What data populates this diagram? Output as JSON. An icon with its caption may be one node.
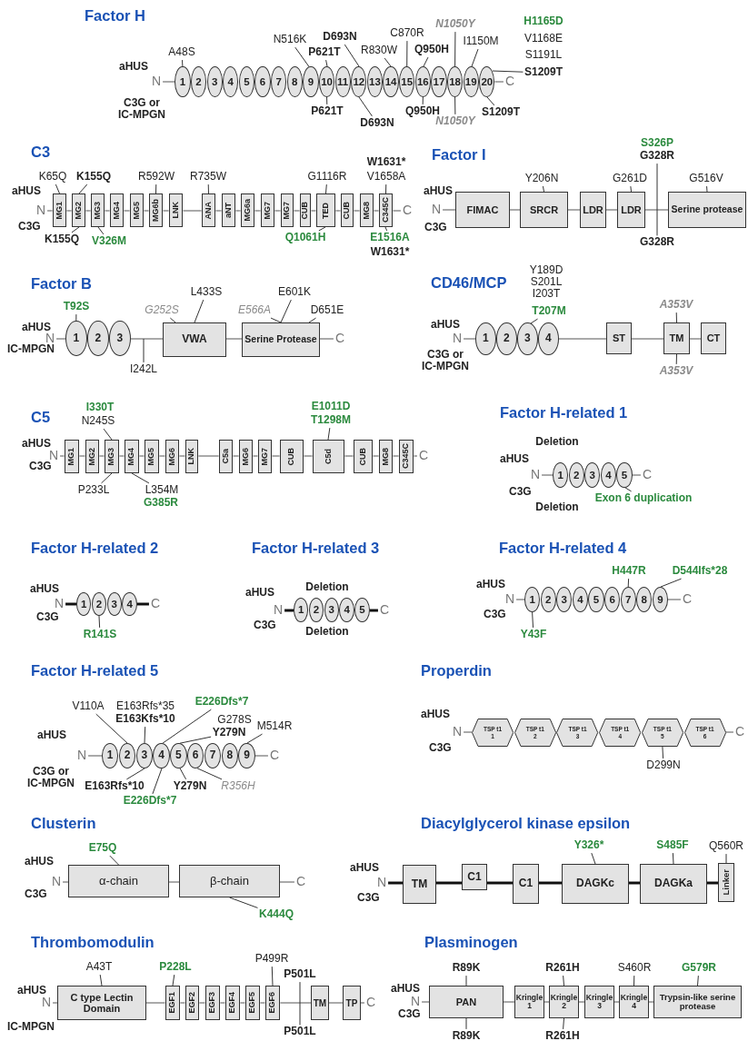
{
  "diagram": {
    "nodes": [
      {
        "text": [
          "N"
        ]
      },
      {
        "text": [
          "1"
        ]
      },
      {
        "text": [
          "2"
        ]
      },
      {
        "text": [
          "3"
        ]
      },
      {
        "text": [
          "4"
        ]
      },
      {
        "text": [
          "5"
        ]
      },
      {
        "text": [
          "6"
        ]
      },
      {
        "text": [
          "7"
        ]
      },
      {
        "text": [
          "8"
        ]
      },
      {
        "text": [
          "9"
        ]
      },
      {
        "text": [
          "10"
        ]
      },
      {
        "text": [
          "11"
        ]
      },
      {
        "text": [
          "12"
        ]
      },
      {
        "text": [
          "13"
        ]
      },
      {
        "text": [
          "14"
        ]
      },
      {
        "text": [
          "15"
        ]
      },
      {
        "text": [
          "16"
        ]
      },
      {
        "text": [
          "17"
        ]
      },
      {
        "text": [
          "18"
        ]
      },
      {
        "text": [
          "19"
        ]
      },
      {
        "text": [
          "20"
        ]
      },
      {
        "text": [
          "C"
        ]
      },
      {
        "text": [
          "A48S"
        ]
      },
      {
        "text": [
          "N516K"
        ]
      },
      {
        "text": [
          "P621T"
        ]
      },
      {
        "text": [
          "D693N"
        ]
      },
      {
        "text": [
          "R830W"
        ]
      },
      {
        "text": [
          "C870R"
        ]
      },
      {
        "text": [
          "Q950H"
        ]
      },
      {
        "text": [
          "N1050Y"
        ]
      },
      {
        "text": [
          "I1150M"
        ]
      },
      {
        "text": [
          "S1209T"
        ]
      },
      {
        "text": [
          "P621T"
        ]
      },
      {
        "text": [
          "D693N"
        ]
      },
      {
        "text": [
          "Q950H"
        ]
      },
      {
        "text": [
          "N1050Y"
        ]
      },
      {
        "text": [
          "S1209T"
        ]
      },
      {
        "text": [
          "N"
        ]
      },
      {
        "text": [
          "MG1"
        ]
      },
      {
        "text": [
          "MG2"
        ]
      },
      {
        "text": [
          "MG3"
        ]
      },
      {
        "text": [
          "MG4"
        ]
      },
      {
        "text": [
          "MG5"
        ]
      },
      {
        "text": [
          "MG6b"
        ]
      },
      {
        "text": [
          "LNK"
        ]
      },
      {
        "text": [
          "ANA"
        ]
      },
      {
        "text": [
          "aNT"
        ]
      },
      {
        "text": [
          "MG6a"
        ]
      },
      {
        "text": [
          "MG7"
        ]
      },
      {
        "text": [
          "MG7"
        ]
      },
      {
        "text": [
          "CUB"
        ]
      },
      {
        "text": [
          "TED"
        ]
      },
      {
        "text": [
          "CUB"
        ]
      },
      {
        "text": [
          "MG8"
        ]
      },
      {
        "text": [
          "C345C"
        ]
      },
      {
        "text": [
          "C"
        ]
      },
      {
        "text": [
          "K65Q"
        ]
      },
      {
        "text": [
          "K155Q"
        ]
      },
      {
        "text": [
          "R592W"
        ]
      },
      {
        "text": [
          "R735W"
        ]
      },
      {
        "text": [
          "G1116R"
        ]
      },
      {
        "text": [
          "V1658A"
        ]
      },
      {
        "text": [
          "K155Q"
        ]
      },
      {
        "text": [
          "V326M"
        ]
      },
      {
        "text": [
          "Q1061H"
        ]
      },
      {
        "text": [
          "E1516A"
        ]
      },
      {
        "text": [
          "N"
        ]
      },
      {
        "text": [
          "FIMAC"
        ]
      },
      {
        "text": [
          "SRCR"
        ]
      },
      {
        "text": [
          "LDR"
        ]
      },
      {
        "text": [
          "LDR"
        ]
      },
      {
        "text": [
          "Serine protease"
        ]
      },
      {
        "text": [
          "Y206N"
        ]
      },
      {
        "text": [
          "G261D"
        ]
      },
      {
        "text": [
          "G328R"
        ]
      },
      {
        "text": [
          "G516V"
        ]
      },
      {
        "text": [
          "G328R"
        ]
      },
      {
        "text": [
          "N"
        ]
      },
      {
        "text": [
          "1"
        ]
      },
      {
        "text": [
          "2"
        ]
      },
      {
        "text": [
          "3"
        ]
      },
      {
        "text": [
          "VWA"
        ]
      },
      {
        "text": [
          "Serine Protease"
        ]
      },
      {
        "text": [
          "C"
        ]
      },
      {
        "text": [
          "T92S"
        ]
      },
      {
        "text": [
          "G252S"
        ]
      },
      {
        "text": [
          "L433S"
        ]
      },
      {
        "text": [
          "E566A"
        ]
      },
      {
        "text": [
          "E601K"
        ]
      },
      {
        "text": [
          "D651E"
        ]
      },
      {
        "text": [
          "I242L"
        ]
      },
      {
        "text": [
          "N"
        ]
      },
      {
        "text": [
          "1"
        ]
      },
      {
        "text": [
          "2"
        ]
      },
      {
        "text": [
          "3"
        ]
      },
      {
        "text": [
          "4"
        ]
      },
      {
        "text": [
          "ST"
        ]
      },
      {
        "text": [
          "TM"
        ]
      },
      {
        "text": [
          "CT"
        ]
      },
      {
        "text": [
          "T207M"
        ]
      },
      {
        "text": [
          "A353V"
        ]
      },
      {
        "text": [
          "A353V"
        ]
      },
      {
        "text": [
          "N"
        ]
      },
      {
        "text": [
          "MG1"
        ]
      },
      {
        "text": [
          "MG2"
        ]
      },
      {
        "text": [
          "MG3"
        ]
      },
      {
        "text": [
          "MG4"
        ]
      },
      {
        "text": [
          "MG5"
        ]
      },
      {
        "text": [
          "MG6"
        ]
      },
      {
        "text": [
          "LNK"
        ]
      },
      {
        "text": [
          "C5a"
        ]
      },
      {
        "text": [
          "MG6"
        ]
      },
      {
        "text": [
          "MG7"
        ]
      },
      {
        "text": [
          "CUB"
        ]
      },
      {
        "text": [
          "C5d"
        ]
      },
      {
        "text": [
          "CUB"
        ]
      },
      {
        "text": [
          "MG8"
        ]
      },
      {
        "text": [
          "C345C"
        ]
      },
      {
        "text": [
          "C"
        ]
      },
      {
        "text": [
          "N245S"
        ]
      },
      {
        "text": [
          "T1298M"
        ]
      },
      {
        "text": [
          "P233L"
        ]
      },
      {
        "text": [
          "L354M"
        ]
      },
      {
        "text": [
          "N"
        ]
      },
      {
        "text": [
          "1"
        ]
      },
      {
        "text": [
          "2"
        ]
      },
      {
        "text": [
          "3"
        ]
      },
      {
        "text": [
          "4"
        ]
      },
      {
        "text": [
          "5"
        ]
      },
      {
        "text": [
          "C"
        ]
      },
      {
        "text": [
          "Exon 6 duplication"
        ]
      },
      {
        "text": [
          "N"
        ]
      },
      {
        "text": [
          "1"
        ]
      },
      {
        "text": [
          "2"
        ]
      },
      {
        "text": [
          "3"
        ]
      },
      {
        "text": [
          "4"
        ]
      },
      {
        "text": [
          "C"
        ]
      },
      {
        "text": [
          "R141S"
        ]
      },
      {
        "text": [
          "N"
        ]
      },
      {
        "text": [
          "1"
        ]
      },
      {
        "text": [
          "2"
        ]
      },
      {
        "text": [
          "3"
        ]
      },
      {
        "text": [
          "4"
        ]
      },
      {
        "text": [
          "5"
        ]
      },
      {
        "text": [
          "C"
        ]
      },
      {
        "text": [
          "N"
        ]
      },
      {
        "text": [
          "1"
        ]
      },
      {
        "text": [
          "2"
        ]
      },
      {
        "text": [
          "3"
        ]
      },
      {
        "text": [
          "4"
        ]
      },
      {
        "text": [
          "5"
        ]
      },
      {
        "text": [
          "6"
        ]
      },
      {
        "text": [
          "7"
        ]
      },
      {
        "text": [
          "8"
        ]
      },
      {
        "text": [
          "9"
        ]
      },
      {
        "text": [
          "C"
        ]
      },
      {
        "text": [
          "H447R"
        ]
      },
      {
        "text": [
          "D544Ifs*28"
        ]
      },
      {
        "text": [
          "Y43F"
        ]
      },
      {
        "text": [
          "N"
        ]
      },
      {
        "text": [
          "1"
        ]
      },
      {
        "text": [
          "2"
        ]
      },
      {
        "text": [
          "3"
        ]
      },
      {
        "text": [
          "4"
        ]
      },
      {
        "text": [
          "5"
        ]
      },
      {
        "text": [
          "6"
        ]
      },
      {
        "text": [
          "7"
        ]
      },
      {
        "text": [
          "8"
        ]
      },
      {
        "text": [
          "9"
        ]
      },
      {
        "text": [
          "C"
        ]
      },
      {
        "text": [
          "V110A"
        ]
      },
      {
        "text": [
          "E163Kfs*10"
        ]
      },
      {
        "text": [
          "E226Dfs*7"
        ]
      },
      {
        "text": [
          "Y279N"
        ]
      },
      {
        "text": [
          "M514R"
        ]
      },
      {
        "text": [
          "E163Rfs*10"
        ]
      },
      {
        "text": [
          "Y279N"
        ]
      },
      {
        "text": [
          "R356H"
        ]
      },
      {
        "text": [
          "E226Dfs*7"
        ]
      },
      {
        "text": [
          "N"
        ]
      },
      {
        "text": [
          "TSP t1",
          "1"
        ]
      },
      {
        "text": [
          "TSP t1",
          "2"
        ]
      },
      {
        "text": [
          "TSP t1",
          "3"
        ]
      },
      {
        "text": [
          "TSP t1",
          "4"
        ]
      },
      {
        "text": [
          "TSP t1",
          "5"
        ]
      },
      {
        "text": [
          "TSP t1",
          "6"
        ]
      },
      {
        "text": [
          "C"
        ]
      },
      {
        "text": [
          "D299N"
        ]
      },
      {
        "text": [
          "N"
        ]
      },
      {
        "text": [
          "α-chain"
        ]
      },
      {
        "text": [
          "β-chain"
        ]
      },
      {
        "text": [
          "C"
        ]
      },
      {
        "text": [
          "E75Q"
        ]
      },
      {
        "text": [
          "K444Q"
        ]
      },
      {
        "text": [
          "N"
        ]
      },
      {
        "text": [
          "TM"
        ]
      },
      {
        "text": [
          "C1"
        ]
      },
      {
        "text": [
          "C1"
        ]
      },
      {
        "text": [
          "DAGKc"
        ]
      },
      {
        "text": [
          "DAGKa"
        ]
      },
      {
        "text": [
          "Linker"
        ]
      },
      {
        "text": [
          "Y326*"
        ]
      },
      {
        "text": [
          "S485F"
        ]
      },
      {
        "text": [
          "Q560R"
        ]
      },
      {
        "text": [
          "N"
        ]
      },
      {
        "text": [
          "C type Lectin Domain"
        ]
      },
      {
        "text": [
          "EGF1"
        ]
      },
      {
        "text": [
          "EGF2"
        ]
      },
      {
        "text": [
          "EGF3"
        ]
      },
      {
        "text": [
          "EGF4"
        ]
      },
      {
        "text": [
          "EGF5"
        ]
      },
      {
        "text": [
          "EGF6"
        ]
      },
      {
        "text": [
          "TM"
        ]
      },
      {
        "text": [
          "TP"
        ]
      },
      {
        "text": [
          "C"
        ]
      },
      {
        "text": [
          "A43T"
        ]
      },
      {
        "text": [
          "P228L"
        ]
      },
      {
        "text": [
          "P499R"
        ]
      },
      {
        "text": [
          "P501L"
        ]
      },
      {
        "text": [
          "P501L"
        ]
      },
      {
        "text": [
          "N"
        ]
      },
      {
        "text": [
          "PAN"
        ]
      },
      {
        "text": [
          "Kringle 1"
        ]
      },
      {
        "text": [
          "Kringle 2"
        ]
      },
      {
        "text": [
          "Kringle 3"
        ]
      },
      {
        "text": [
          "Kringle 4"
        ]
      },
      {
        "text": [
          "Trypsin-like serine protease"
        ]
      },
      {
        "text": [
          "R89K"
        ]
      },
      {
        "text": [
          "R261H"
        ]
      },
      {
        "text": [
          "S460R"
        ]
      },
      {
        "text": [
          "G579R"
        ]
      },
      {
        "text": [
          "R89K"
        ]
      },
      {
        "text": [
          "R261H"
        ]
      }
    ],
    "edges": [
      {
        "from": 0,
        "to": 1,
        "arrow": "none"
      },
      {
        "from": 20,
        "to": 21,
        "arrow": "none"
      },
      {
        "from": 22,
        "to": 1,
        "arrow": "none"
      },
      {
        "from": 23,
        "to": 9,
        "arrow": "none"
      },
      {
        "from": 24,
        "to": 10,
        "arrow": "none"
      },
      {
        "from": 25,
        "to": 12,
        "arrow": "none"
      },
      {
        "from": 26,
        "to": 14,
        "arrow": "none"
      },
      {
        "from": 27,
        "to": 15,
        "arrow": "none"
      },
      {
        "from": 28,
        "to": 16,
        "arrow": "none"
      },
      {
        "from": 29,
        "to": 18,
        "arrow": "none"
      },
      {
        "from": 30,
        "to": 19,
        "arrow": "none"
      },
      {
        "from": 31,
        "to": 20,
        "arrow": "none"
      },
      {
        "from": 32,
        "to": 10,
        "arrow": "none"
      },
      {
        "from": 33,
        "to": 12,
        "arrow": "none"
      },
      {
        "from": 34,
        "to": 16,
        "arrow": "none"
      },
      {
        "from": 35,
        "to": 18,
        "arrow": "none"
      },
      {
        "from": 36,
        "to": 20,
        "arrow": "none"
      },
      {
        "from": 37,
        "to": 38,
        "arrow": "none"
      },
      {
        "from": 38,
        "to": 39,
        "arrow": "none"
      },
      {
        "from": 39,
        "to": 40,
        "arrow": "none"
      },
      {
        "from": 40,
        "to": 41,
        "arrow": "none"
      },
      {
        "from": 41,
        "to": 42,
        "arrow": "none"
      },
      {
        "from": 42,
        "to": 43,
        "arrow": "none"
      },
      {
        "from": 43,
        "to": 44,
        "arrow": "none"
      },
      {
        "from": 44,
        "to": 45,
        "arrow": "none"
      },
      {
        "from": 45,
        "to": 46,
        "arrow": "none"
      },
      {
        "from": 46,
        "to": 47,
        "arrow": "none"
      },
      {
        "from": 47,
        "to": 48,
        "arrow": "none"
      },
      {
        "from": 48,
        "to": 49,
        "arrow": "none"
      },
      {
        "from": 49,
        "to": 50,
        "arrow": "none"
      },
      {
        "from": 50,
        "to": 51,
        "arrow": "none"
      },
      {
        "from": 51,
        "to": 52,
        "arrow": "none"
      },
      {
        "from": 52,
        "to": 53,
        "arrow": "none"
      },
      {
        "from": 53,
        "to": 54,
        "arrow": "none"
      },
      {
        "from": 54,
        "to": 55,
        "arrow": "none"
      },
      {
        "from": 56,
        "to": 38,
        "arrow": "none"
      },
      {
        "from": 57,
        "to": 39,
        "arrow": "none"
      },
      {
        "from": 58,
        "to": 43,
        "arrow": "none"
      },
      {
        "from": 59,
        "to": 45,
        "arrow": "none"
      },
      {
        "from": 60,
        "to": 51,
        "arrow": "none"
      },
      {
        "from": 61,
        "to": 54,
        "arrow": "none"
      },
      {
        "from": 62,
        "to": 39,
        "arrow": "none"
      },
      {
        "from": 63,
        "to": 40,
        "arrow": "none"
      },
      {
        "from": 64,
        "to": 51,
        "arrow": "none"
      },
      {
        "from": 65,
        "to": 54,
        "arrow": "none"
      },
      {
        "from": 66,
        "to": 67,
        "arrow": "none"
      },
      {
        "from": 67,
        "to": 68,
        "arrow": "none"
      },
      {
        "from": 68,
        "to": 69,
        "arrow": "none"
      },
      {
        "from": 69,
        "to": 70,
        "arrow": "none"
      },
      {
        "from": 70,
        "to": 71,
        "arrow": "none"
      },
      {
        "from": 72,
        "to": 68,
        "arrow": "none"
      },
      {
        "from": 73,
        "to": 70,
        "arrow": "none"
      },
      {
        "from": 74,
        "to": 76,
        "arrow": "none"
      },
      {
        "from": 75,
        "to": 71,
        "arrow": "none"
      },
      {
        "from": 77,
        "to": 78,
        "arrow": "none"
      },
      {
        "from": 80,
        "to": 81,
        "arrow": "none"
      },
      {
        "from": 81,
        "to": 82,
        "arrow": "none"
      },
      {
        "from": 82,
        "to": 83,
        "arrow": "none"
      },
      {
        "from": 84,
        "to": 78,
        "arrow": "none"
      },
      {
        "from": 85,
        "to": 81,
        "arrow": "none"
      },
      {
        "from": 86,
        "to": 81,
        "arrow": "none"
      },
      {
        "from": 87,
        "to": 82,
        "arrow": "none"
      },
      {
        "from": 88,
        "to": 82,
        "arrow": "none"
      },
      {
        "from": 89,
        "to": 82,
        "arrow": "none"
      },
      {
        "from": 90,
        "to": null,
        "arrow": "none"
      },
      {
        "from": 91,
        "to": 92,
        "arrow": "none"
      },
      {
        "from": 95,
        "to": 96,
        "arrow": "none"
      },
      {
        "from": 96,
        "to": 97,
        "arrow": "none"
      },
      {
        "from": 97,
        "to": 98,
        "arrow": "none"
      },
      {
        "from": 99,
        "to": 94,
        "arrow": "none"
      },
      {
        "from": 100,
        "to": 97,
        "arrow": "none"
      },
      {
        "from": 101,
        "to": 97,
        "arrow": "none"
      },
      {
        "from": 102,
        "to": 103,
        "arrow": "none"
      },
      {
        "from": 103,
        "to": 104,
        "arrow": "none"
      },
      {
        "from": 104,
        "to": 105,
        "arrow": "none"
      },
      {
        "from": 105,
        "to": 106,
        "arrow": "none"
      },
      {
        "from": 106,
        "to": 107,
        "arrow": "none"
      },
      {
        "from": 107,
        "to": 108,
        "arrow": "none"
      },
      {
        "from": 108,
        "to": 109,
        "arrow": "none"
      },
      {
        "from": 109,
        "to": 110,
        "arrow": "none"
      },
      {
        "from": 110,
        "to": 111,
        "arrow": "none"
      },
      {
        "from": 111,
        "to": 112,
        "arrow": "none"
      },
      {
        "from": 112,
        "to": 113,
        "arrow": "none"
      },
      {
        "from": 113,
        "to": 114,
        "arrow": "none"
      },
      {
        "from": 114,
        "to": 115,
        "arrow": "none"
      },
      {
        "from": 115,
        "to": 116,
        "arrow": "none"
      },
      {
        "from": 116,
        "to": 117,
        "arrow": "none"
      },
      {
        "from": 117,
        "to": 118,
        "arrow": "none"
      },
      {
        "from": 119,
        "to": 105,
        "arrow": "none"
      },
      {
        "from": 120,
        "to": 114,
        "arrow": "none"
      },
      {
        "from": 121,
        "to": 105,
        "arrow": "none"
      },
      {
        "from": 122,
        "to": 106,
        "arrow": "none"
      },
      {
        "from": 123,
        "to": 124,
        "arrow": "none"
      },
      {
        "from": 128,
        "to": 129,
        "arrow": "none"
      },
      {
        "from": 130,
        "to": 128,
        "arrow": "none"
      },
      {
        "from": 131,
        "to": 132,
        "arrow": "none",
        "style": "thick"
      },
      {
        "from": 135,
        "to": 136,
        "arrow": "none",
        "style": "thick"
      },
      {
        "from": 137,
        "to": 133,
        "arrow": "none"
      },
      {
        "from": 138,
        "to": 139,
        "arrow": "none",
        "style": "thick"
      },
      {
        "from": 143,
        "to": 144,
        "arrow": "none",
        "style": "thick"
      },
      {
        "from": 145,
        "to": 146,
        "arrow": "none"
      },
      {
        "from": 154,
        "to": 155,
        "arrow": "none"
      },
      {
        "from": 156,
        "to": 152,
        "arrow": "none"
      },
      {
        "from": 157,
        "to": 154,
        "arrow": "none"
      },
      {
        "from": 158,
        "to": 146,
        "arrow": "none"
      },
      {
        "from": 159,
        "to": 160,
        "arrow": "none"
      },
      {
        "from": 168,
        "to": 169,
        "arrow": "none"
      },
      {
        "from": 170,
        "to": 161,
        "arrow": "none"
      },
      {
        "from": 171,
        "to": 162,
        "arrow": "none"
      },
      {
        "from": 172,
        "to": 163,
        "arrow": "none"
      },
      {
        "from": 173,
        "to": 164,
        "arrow": "none"
      },
      {
        "from": 174,
        "to": 168,
        "arrow": "none"
      },
      {
        "from": 175,
        "to": 162,
        "arrow": "none"
      },
      {
        "from": 176,
        "to": 164,
        "arrow": "none"
      },
      {
        "from": 177,
        "to": 165,
        "arrow": "none"
      },
      {
        "from": 178,
        "to": 163,
        "arrow": "none"
      },
      {
        "from": 179,
        "to": 180,
        "arrow": "none"
      },
      {
        "from": 185,
        "to": 186,
        "arrow": "none"
      },
      {
        "from": 187,
        "to": 184,
        "arrow": "none"
      },
      {
        "from": 188,
        "to": 189,
        "arrow": "none"
      },
      {
        "from": 189,
        "to": 190,
        "arrow": "none"
      },
      {
        "from": 190,
        "to": 191,
        "arrow": "none"
      },
      {
        "from": 192,
        "to": 189,
        "arrow": "none"
      },
      {
        "from": 193,
        "to": 190,
        "arrow": "none"
      },
      {
        "from": 194,
        "to": 195,
        "arrow": "none",
        "style": "thick"
      },
      {
        "from": 195,
        "to": 196,
        "arrow": "none",
        "style": "thick"
      },
      {
        "from": 196,
        "to": 197,
        "arrow": "none",
        "style": "thick"
      },
      {
        "from": 197,
        "to": 198,
        "arrow": "none",
        "style": "thick"
      },
      {
        "from": 198,
        "to": 199,
        "arrow": "none",
        "style": "thick"
      },
      {
        "from": 199,
        "to": 200,
        "arrow": "none",
        "style": "thick"
      },
      {
        "from": 201,
        "to": 198,
        "arrow": "none"
      },
      {
        "from": 202,
        "to": 199,
        "arrow": "none"
      },
      {
        "from": 203,
        "to": 200,
        "arrow": "none"
      },
      {
        "from": 204,
        "to": 205,
        "arrow": "none"
      },
      {
        "from": 205,
        "to": 206,
        "arrow": "none"
      },
      {
        "from": 206,
        "to": 207,
        "arrow": "none"
      },
      {
        "from": 207,
        "to": 208,
        "arrow": "none"
      },
      {
        "from": 208,
        "to": 209,
        "arrow": "none"
      },
      {
        "from": 209,
        "to": 210,
        "arrow": "none"
      },
      {
        "from": 210,
        "to": 211,
        "arrow": "none"
      },
      {
        "from": 211,
        "to": 212,
        "arrow": "none"
      },
      {
        "from": 212,
        "to": 213,
        "arrow": "none"
      },
      {
        "from": 213,
        "to": 214,
        "arrow": "none"
      },
      {
        "from": 215,
        "to": 205,
        "arrow": "none"
      },
      {
        "from": 216,
        "to": 206,
        "arrow": "none"
      },
      {
        "from": 217,
        "to": 211,
        "arrow": "none"
      },
      {
        "from": 218,
        "to": 219,
        "arrow": "none"
      },
      {
        "from": 220,
        "to": 221,
        "arrow": "none"
      },
      {
        "from": 221,
        "to": 222,
        "arrow": "none"
      },
      {
        "from": 222,
        "to": 223,
        "arrow": "none"
      },
      {
        "from": 223,
        "to": 224,
        "arrow": "none"
      },
      {
        "from": 224,
        "to": 225,
        "arrow": "none"
      },
      {
        "from": 225,
        "to": 226,
        "arrow": "none"
      },
      {
        "from": 227,
        "to": 221,
        "arrow": "none"
      },
      {
        "from": 228,
        "to": 223,
        "arrow": "none"
      },
      {
        "from": 229,
        "to": 225,
        "arrow": "none"
      },
      {
        "from": 230,
        "to": 226,
        "arrow": "none"
      },
      {
        "from": 231,
        "to": 221,
        "arrow": "none"
      },
      {
        "from": 232,
        "to": 223,
        "arrow": "none"
      }
    ],
    "labels": [
      "Factor H",
      "aHUS",
      "C3G or IC-MPGN",
      "H1165D",
      "V1168E",
      "S1191L",
      "C3",
      "aHUS",
      "C3G",
      "W1631*",
      "W1631*",
      "Factor I",
      "aHUS",
      "C3G",
      "S326P",
      "Factor B",
      "aHUS",
      "IC-MPGN",
      "CD46/MCP",
      "Y189D",
      "S201L",
      "I203T",
      "aHUS",
      "C3G or IC-MPGN",
      "C5",
      "I330T",
      "E1011D",
      "aHUS",
      "C3G",
      "G385R",
      "Factor H-related 1",
      "Deletion",
      "aHUS",
      "C3G",
      "Deletion",
      "Factor H-related 2",
      "aHUS",
      "C3G",
      "Factor H-related 3",
      "aHUS",
      "Deletion",
      "C3G",
      "Deletion",
      "Factor H-related 4",
      "aHUS",
      "C3G",
      "Factor H-related 5",
      "E163Rfs*35",
      "G278S",
      "aHUS",
      "C3G or IC-MPGN",
      "Properdin",
      "aHUS",
      "C3G",
      "Clusterin",
      "aHUS",
      "C3G",
      "Diacylglycerol kinase epsilon",
      "aHUS",
      "C3G",
      "Thrombomodulin",
      "aHUS",
      "IC-MPGN",
      "Plasminogen",
      "aHUS",
      "C3G"
    ]
  }
}
